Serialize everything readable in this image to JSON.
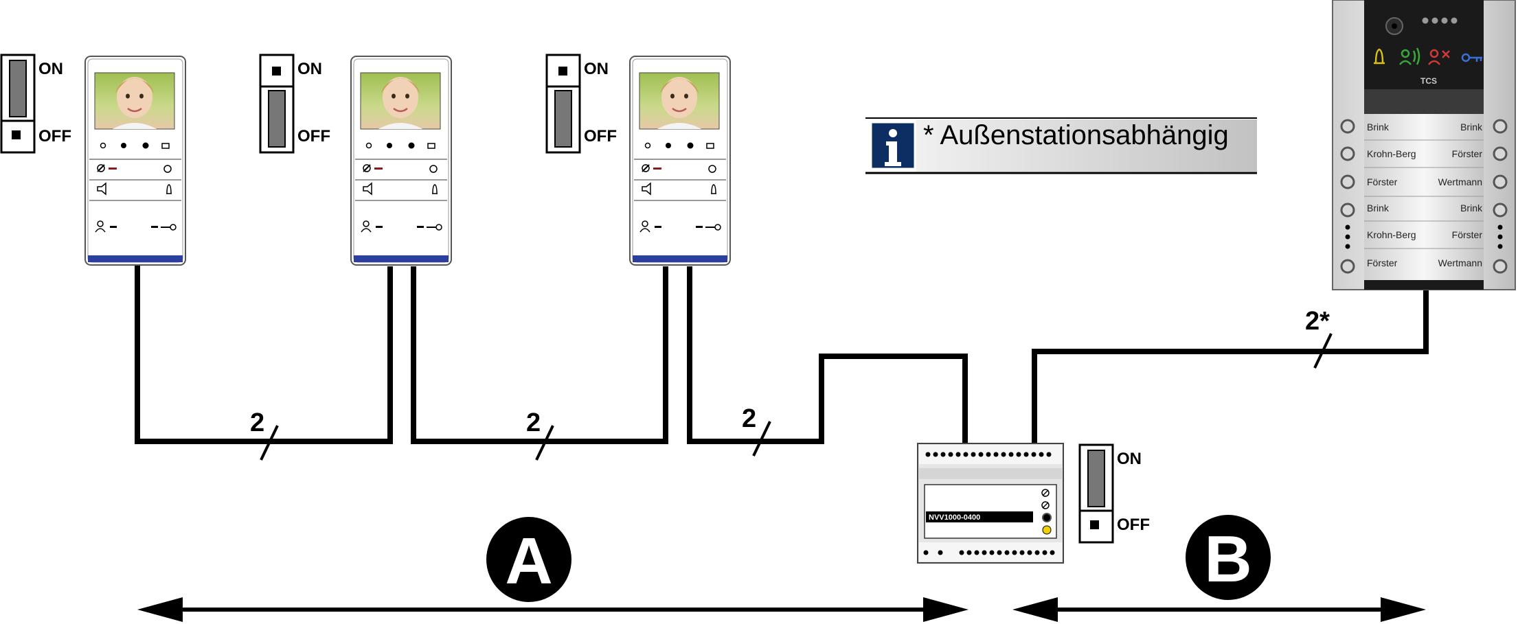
{
  "switches": {
    "on_label": "ON",
    "off_label": "OFF"
  },
  "wire_count_labels": {
    "segment_1": "2",
    "segment_2": "2",
    "segment_3": "2",
    "segment_b": "2*"
  },
  "info_box": {
    "icon": "info-icon",
    "text": "* Außenstationsabhängig"
  },
  "power_supply": {
    "label": "NVV1000-0400"
  },
  "door_station": {
    "buttons": [
      {
        "left": "Brink",
        "right": "Brink"
      },
      {
        "left": "Krohn-Berg",
        "right": "Förster"
      },
      {
        "left": "Förster",
        "right": "Wertmann"
      },
      {
        "left": "Brink",
        "right": "Brink"
      },
      {
        "left": "Krohn-Berg",
        "right": "Förster"
      },
      {
        "left": "Förster",
        "right": "Wertmann"
      }
    ],
    "icons": [
      "bell-icon",
      "speech-icon",
      "no-entry-icon",
      "key-icon"
    ]
  },
  "sections": {
    "a": "A",
    "b": "B"
  },
  "colors": {
    "bell": "#d6c21a",
    "speech": "#3aa83a",
    "no_entry": "#d23a3a",
    "key": "#3a6fd6",
    "monitor_stripe": "#2b3f9e",
    "info_icon_bg": "#0d2e63"
  }
}
